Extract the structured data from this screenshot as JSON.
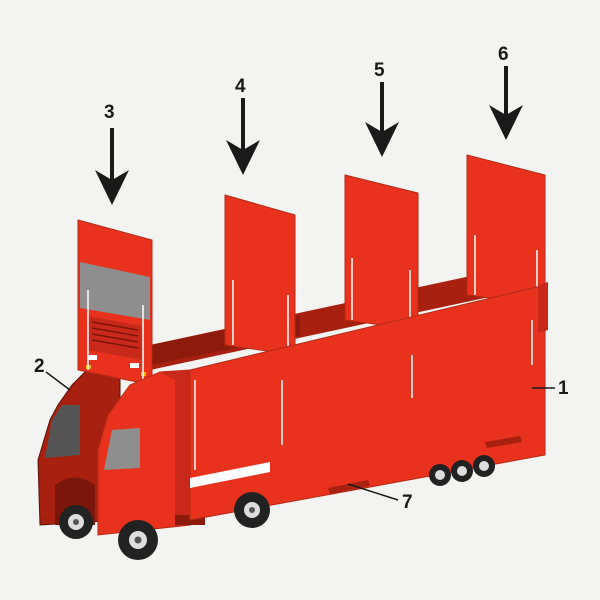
{
  "callouts": [
    {
      "id": "1",
      "label": "1"
    },
    {
      "id": "2",
      "label": "2"
    },
    {
      "id": "3",
      "label": "3"
    },
    {
      "id": "4",
      "label": "4"
    },
    {
      "id": "5",
      "label": "5"
    },
    {
      "id": "6",
      "label": "6"
    },
    {
      "id": "7",
      "label": "7"
    }
  ],
  "colors": {
    "background": "#f3f3f1",
    "body_red": "#e8321e",
    "dark_red": "#a8200f",
    "front_shade": "#b52a16",
    "window_gray": "#8e8e8e",
    "tire": "#222222",
    "outline": "#1a1a1a"
  }
}
